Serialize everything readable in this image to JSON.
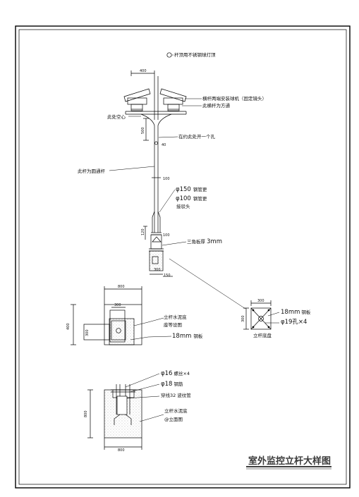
{
  "title": "室外监控立杆大样图",
  "elevation": {
    "top_note": "杆顶用不锈钢球灯顶",
    "dim_arm": "400",
    "camera_note": "横杆两端安装球机（固定镜头）",
    "arm_pipe_note": "此横杆为方通",
    "hollow_note": "此处空心",
    "dim_upper": "500",
    "hole_note": "在约此处开一个孔",
    "dim_40": "40",
    "pole_note": "此杆为圆通杆",
    "dim_100a": "100",
    "pipe_150": "φ150",
    "pipe_150_suffix": "钢管更",
    "pipe_100": "φ100",
    "pipe_100_suffix": "钢管更",
    "joint_note": "接驳头",
    "dim_120": "120",
    "dim_100b": "100",
    "triangle_note": "三角板厚",
    "triangle_thk": "3mm",
    "dim_300": "300",
    "dim_150": "150"
  },
  "base_plan": {
    "dim_top": "800",
    "dim_inner": "300",
    "dim_left": "400",
    "dim_mid": "300",
    "note1": "立杆水泥底",
    "note2": "座等设图",
    "note3": "18mm",
    "note3_suffix": "钢板"
  },
  "base_plate": {
    "dim_top": "300",
    "dim_left": "300",
    "plate_thk": "18mm",
    "plate_suffix": "钢板",
    "holes": "φ19孔×4",
    "caption": "立杆底盘"
  },
  "base_section": {
    "bolt": "φ16",
    "bolt_suffix": "螺丝×4",
    "rebar": "φ18",
    "rebar_suffix": "钢筋",
    "conduit": "穿线32",
    "conduit_suffix": "波纹管",
    "dim_left": "800",
    "dim_bottom": "800",
    "note1": "立杆水泥底",
    "note2": "@立面图"
  }
}
